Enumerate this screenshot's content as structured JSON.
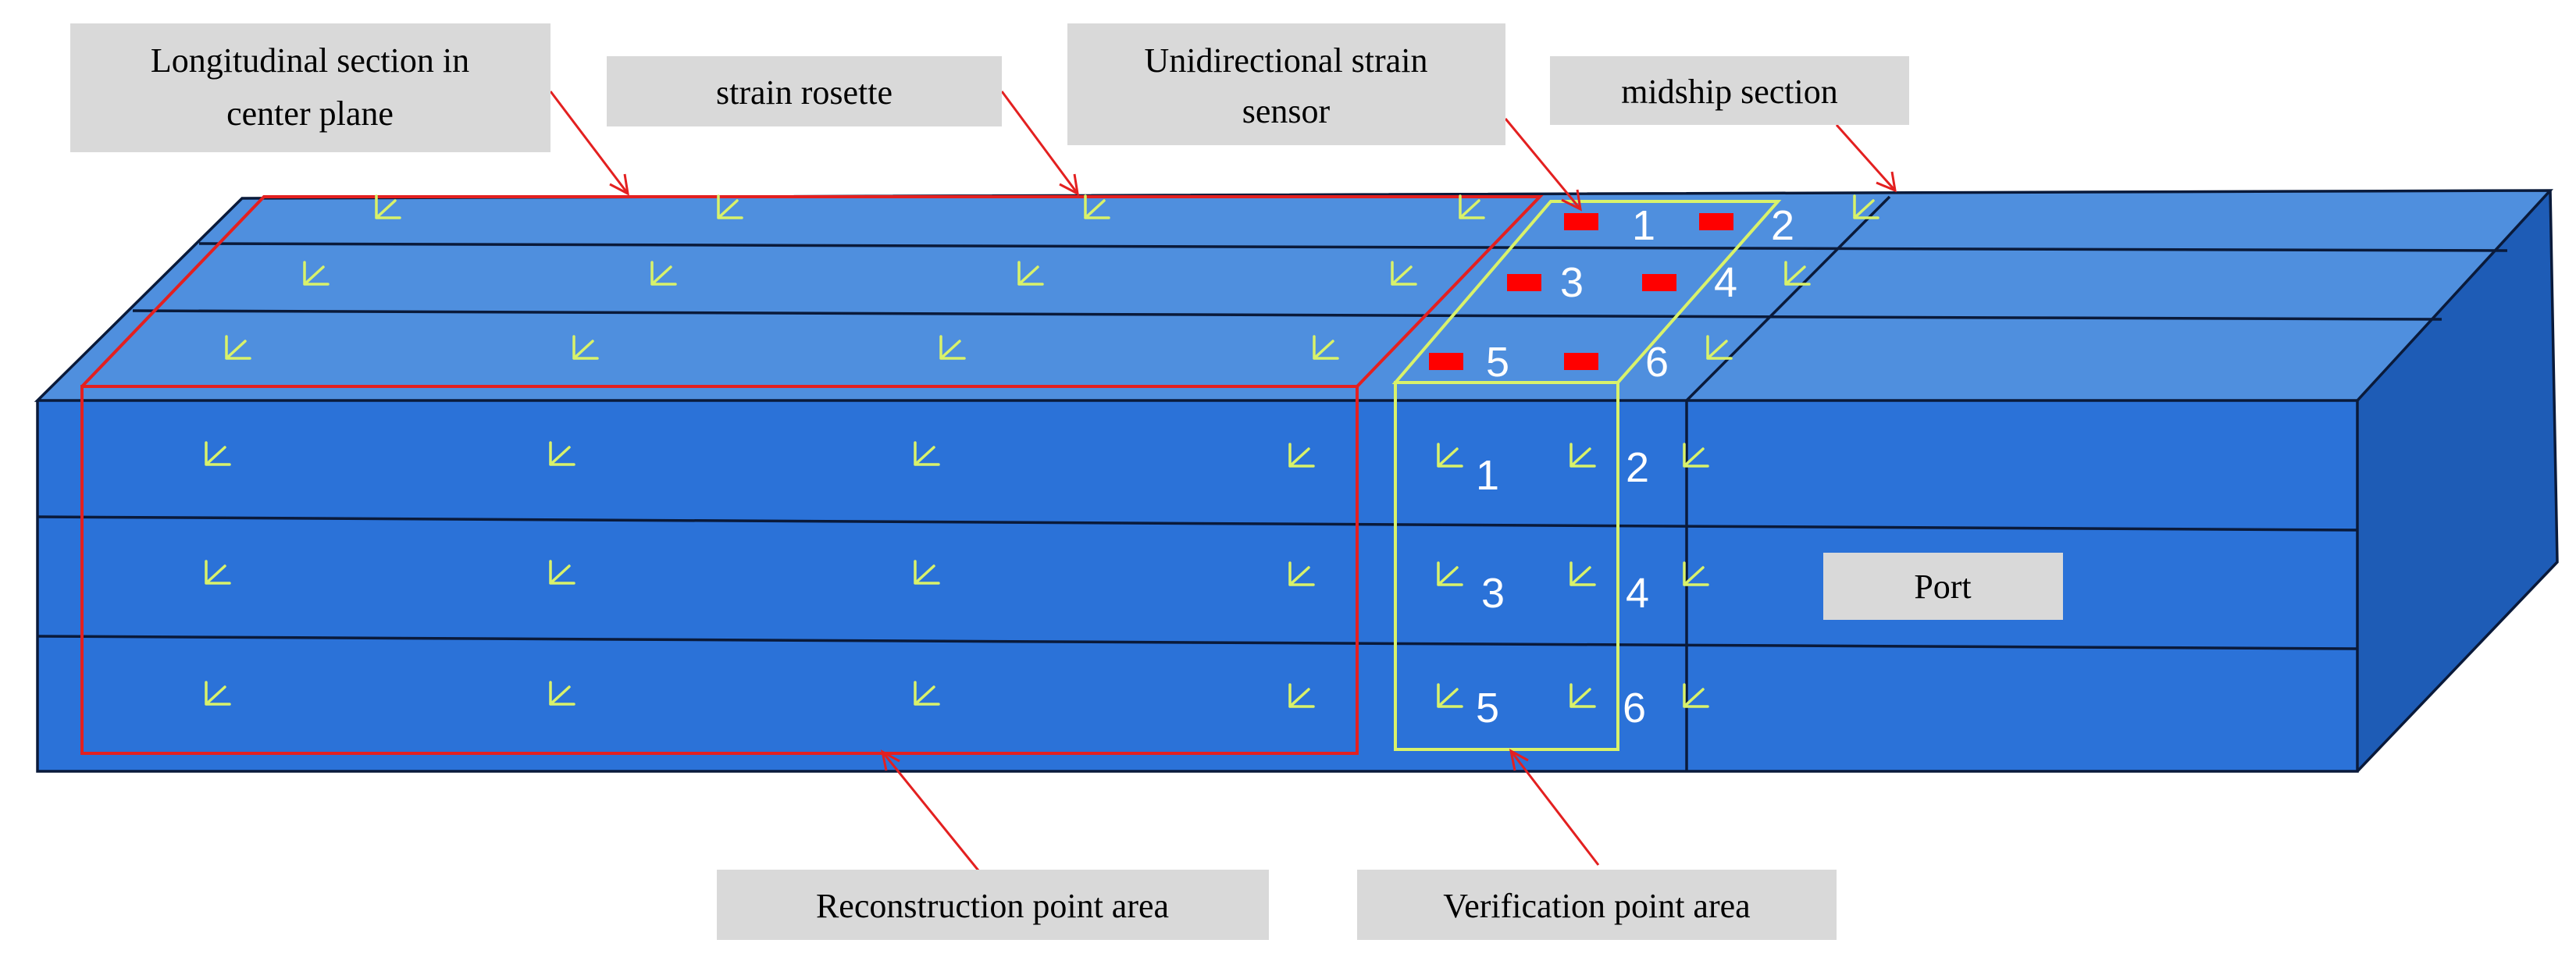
{
  "callouts": {
    "longitudinal_section_line1": "Longitudinal section in",
    "longitudinal_section_line2": "center plane",
    "strain_rosette": "strain rosette",
    "unidirectional_line1": "Unidirectional strain",
    "unidirectional_line2": "sensor",
    "midship_section": "midship section",
    "reconstruction_area": "Reconstruction point area",
    "verification_area": "Verification point area",
    "port": "Port"
  },
  "deck_sensor_numbers": [
    "1",
    "2",
    "3",
    "4",
    "5",
    "6"
  ],
  "side_verification_numbers": [
    "1",
    "2",
    "3",
    "4",
    "5",
    "6"
  ],
  "colors": {
    "deck": "#4f8fde",
    "side": "#2b72d8",
    "end_face": "#1e5cb6",
    "outline": "#0a1a3a",
    "reconstruction_outline": "#e32020",
    "verification_outline": "#d9f26a",
    "rosette": "#d9f26a",
    "sensor": "#ff0000",
    "label_box": "#d9d9d9"
  },
  "icons": {
    "rosette": "strain-rosette-icon",
    "sensor": "unidirectional-sensor-icon"
  }
}
